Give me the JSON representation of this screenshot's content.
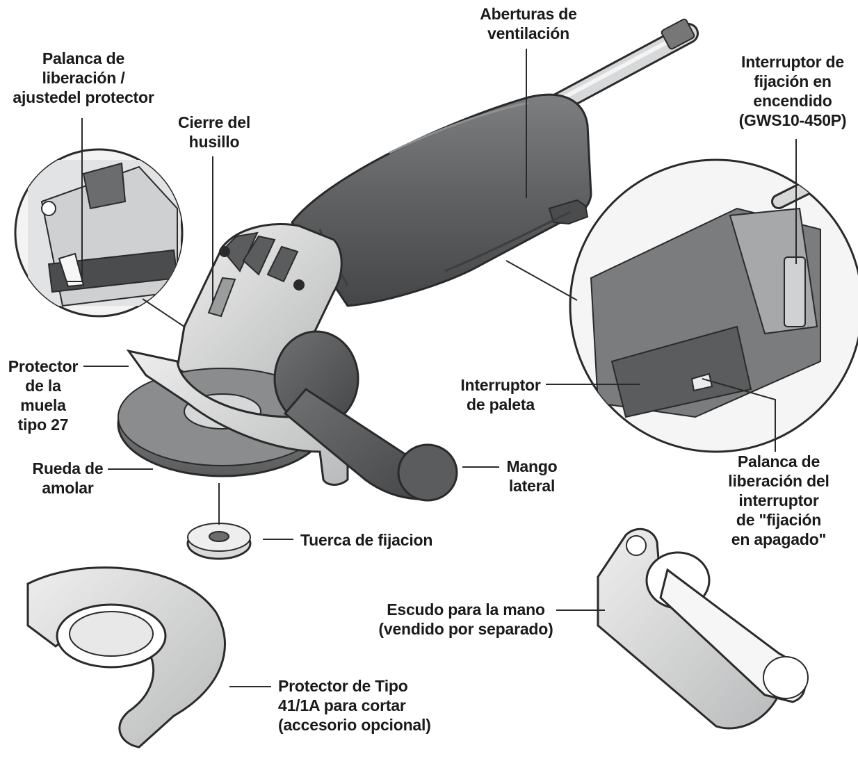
{
  "labels": {
    "vents": "Aberturas de\nventilación",
    "guard_lever": "Palanca de\nliberación  /\najustedel protector",
    "spindle_lock": "Cierre del\nhusillo",
    "lock_on_switch": "Interruptor de\nfijación en\nencendido\n(GWS10-450P)",
    "wheel_guard": "Protector\nde la\nmuela\ntipo 27",
    "paddle_switch": "Interruptor\nde paleta",
    "grinding_wheel": "Rueda de\namolar",
    "side_handle": "Mango\nlateral",
    "lock_off_lever": "Palanca de\nliberación del\ninterruptor\nde \"fijación\nen apagado\"",
    "lock_nut": "Tuerca de fijacion",
    "hand_shield": "Escudo para la mano\n(vendido por separado)",
    "cutting_guard": "Protector de Tipo\n41/1A para cortar\n(accesorio opcional)"
  },
  "colors": {
    "body_dark": "#5f6163",
    "body_mid": "#8a8c8e",
    "metal_light": "#d6d7d8",
    "outline": "#2a2a2a",
    "text": "#1a1a1a"
  }
}
